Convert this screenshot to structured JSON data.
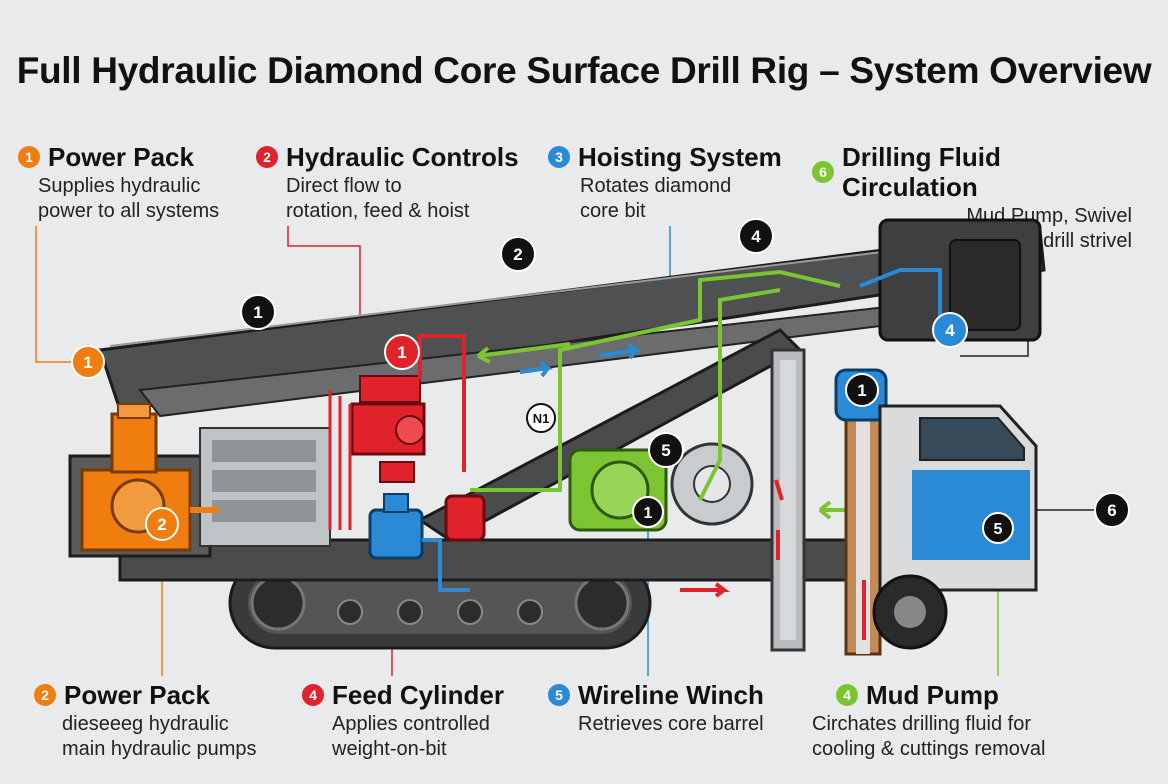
{
  "title": "Full Hydraulic Diamond Core Surface Drill Rig – System Overview",
  "colors": {
    "orange": "#ef7d10",
    "red": "#e0222a",
    "blue": "#2a8ad6",
    "green": "#7cc432",
    "dark": "#111111"
  },
  "callouts_top": [
    {
      "num": "1",
      "color": "orange",
      "title": "Power Pack",
      "lines": [
        "Supplies hydraulic",
        "power to all systems"
      ]
    },
    {
      "num": "2",
      "color": "red",
      "title": "Hydraulic Controls",
      "lines": [
        "Direct flow to",
        "rotation, feed & hoist"
      ]
    },
    {
      "num": "3",
      "color": "blue",
      "title": "Hoisting System",
      "lines": [
        "Rotates diamond",
        "core bit"
      ]
    },
    {
      "num": "6",
      "color": "green",
      "title": "Drilling Fluid Circulation",
      "lines": [
        "Mud Pump, Swivel",
        "Fluid lines to the drill strivel"
      ]
    }
  ],
  "callouts_bottom": [
    {
      "num": "2",
      "color": "orange",
      "title": "Power Pack",
      "lines": [
        "dieseeeg hydraulic",
        "main hydraulic pumps"
      ]
    },
    {
      "num": "4",
      "color": "red",
      "title": "Feed Cylinder",
      "lines": [
        "Applies controlled",
        "weight-on-bit"
      ]
    },
    {
      "num": "5",
      "color": "blue",
      "title": "Wireline Winch",
      "lines": [
        "Retrieves core barrel"
      ]
    },
    {
      "num": "4",
      "color": "green",
      "title": "Mud Pump",
      "lines": [
        "Circhates drilling fluid for",
        "cooling & cuttings removal"
      ]
    }
  ],
  "markers": [
    {
      "num": "1",
      "style": "orange"
    },
    {
      "num": "2",
      "style": "orange"
    },
    {
      "num": "1",
      "style": "red"
    },
    {
      "num": "4",
      "style": "blue"
    },
    {
      "num": "1",
      "style": "dark"
    },
    {
      "num": "2",
      "style": "dark"
    },
    {
      "num": "4",
      "style": "dark"
    },
    {
      "num": "5",
      "style": "dark"
    },
    {
      "num": "1",
      "style": "dark"
    },
    {
      "num": "1",
      "style": "dark"
    },
    {
      "num": "5",
      "style": "dark"
    },
    {
      "num": "6",
      "style": "dark"
    }
  ],
  "tag_label": "N1"
}
